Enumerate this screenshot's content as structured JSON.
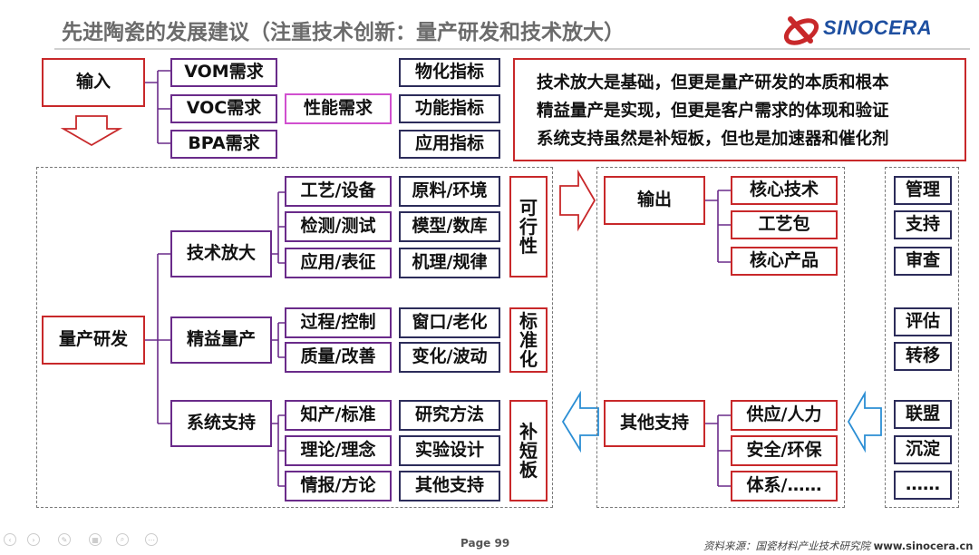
{
  "header": {
    "title": "先进陶瓷的发展建议（注重技术创新：量产研发和技术放大）",
    "logo_text": "SINOCERA"
  },
  "input_section": {
    "input_label": "输入",
    "needs": [
      "VOM需求",
      "VOC需求",
      "BPA需求"
    ],
    "performance_label": "性能需求",
    "indicators": [
      "物化指标",
      "功能指标",
      "应用指标"
    ]
  },
  "statement": {
    "lines": [
      "技术放大是基础，但更是量产研发的本质和根本",
      "精益量产是实现，但更是客户需求的体现和验证",
      "系统支持虽然是补短板，但也是加速器和催化剂"
    ]
  },
  "left_panel": {
    "root_label": "量产研发",
    "branches": [
      {
        "label": "技术放大",
        "col1": [
          "工艺/设备",
          "检测/测试",
          "应用/表征"
        ],
        "col2": [
          "原料/环境",
          "模型/数库",
          "机理/规律"
        ],
        "side": "可\n行\n性"
      },
      {
        "label": "精益量产",
        "col1": [
          "过程/控制",
          "质量/改善"
        ],
        "col2": [
          "窗口/老化",
          "变化/波动"
        ],
        "side": "标\n准\n化"
      },
      {
        "label": "系统支持",
        "col1": [
          "知产/标准",
          "理论/理念",
          "情报/方论"
        ],
        "col2": [
          "研究方法",
          "实验设计",
          "其他支持"
        ],
        "side": "补\n短\n板"
      }
    ]
  },
  "right_panel": {
    "output_label": "输出",
    "outputs": [
      "核心技术",
      "工艺包",
      "核心产品"
    ],
    "other_support_label": "其他支持",
    "supports": [
      "供应/人力",
      "安全/环保",
      "体系/……"
    ]
  },
  "far_right_panel": {
    "items": [
      "管理",
      "支持",
      "审查",
      "评估",
      "转移",
      "联盟",
      "沉淀",
      "……"
    ]
  },
  "footer": {
    "page": "Page 99",
    "source": "资料来源：国瓷材料产业技术研究院",
    "website": "www.sinocera.cn"
  },
  "colors": {
    "red_border": "#c8282a",
    "purple_border": "#6a2b8a",
    "magenta_border": "#d14fcf",
    "arrow_red": "#c8282a",
    "arrow_blue": "#2b8ed4",
    "logo_blue": "#1e4fa0"
  }
}
